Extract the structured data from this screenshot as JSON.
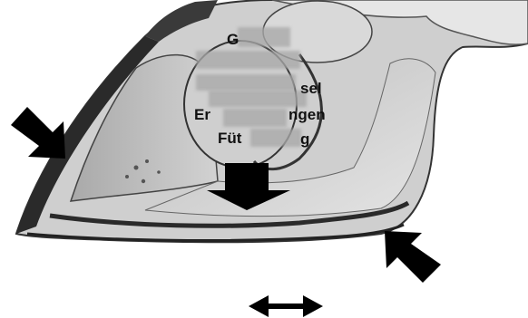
{
  "diagram": {
    "labels": {
      "top": "G",
      "right_upper": "sel",
      "left_middle": "Er",
      "right_middle": "ngen",
      "left_lower": "Füt",
      "right_lower": "g"
    },
    "colors": {
      "background": "#ffffff",
      "hoof_wall": "#2a2a2a",
      "tissue": "#d0d0d0",
      "arrow": "#000000",
      "redaction": "#a8a8a8"
    },
    "icons": [
      "arrow-pointing-down-right-icon",
      "arrow-pointing-up-left-icon",
      "arrow-pointing-down-icon",
      "double-headed-arrow-icon"
    ]
  }
}
